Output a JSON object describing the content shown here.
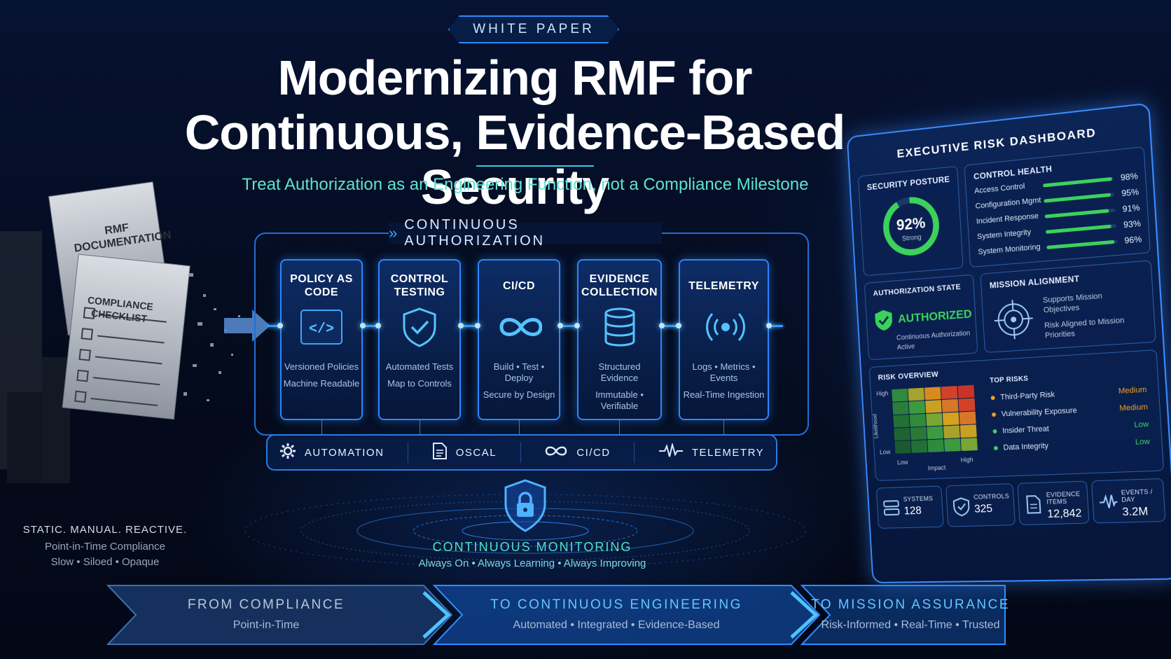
{
  "header": {
    "badge": "WHITE PAPER",
    "title_line1": "Modernizing RMF for",
    "title_line2": "Continuous, Evidence-Based Security",
    "subtitle": "Treat Authorization as an Engineering Function, not a Compliance Milestone"
  },
  "left_art": {
    "doc1": "RMF DOCUMENTATION",
    "doc2": "COMPLIANCE CHECKLIST",
    "caption_main": "STATIC. MANUAL. REACTIVE.",
    "caption_sub": "Point-in-Time Compliance",
    "caption_tags": "Slow  •  Siloed  •  Opaque"
  },
  "pipeline": {
    "title": "CONTINUOUS AUTHORIZATION",
    "stages": [
      {
        "title": "POLICY AS CODE",
        "icon": "code-icon",
        "l1": "Versioned Policies",
        "l2": "Machine Readable"
      },
      {
        "title": "CONTROL TESTING",
        "icon": "shield-check-icon",
        "l1": "Automated Tests",
        "l2": "Map to Controls"
      },
      {
        "title": "CI/CD",
        "icon": "infinity-icon",
        "l1": "Build • Test • Deploy",
        "l2": "Secure by Design"
      },
      {
        "title": "EVIDENCE COLLECTION",
        "icon": "database-icon",
        "l1": "Structured Evidence",
        "l2": "Immutable • Verifiable"
      },
      {
        "title": "TELEMETRY",
        "icon": "broadcast-icon",
        "l1": "Logs • Metrics • Events",
        "l2": "Real-Time Ingestion"
      }
    ],
    "tools": [
      {
        "label": "AUTOMATION",
        "icon": "gear-icon"
      },
      {
        "label": "OSCAL",
        "icon": "document-icon"
      },
      {
        "label": "CI/CD",
        "icon": "infinity-icon"
      },
      {
        "label": "TELEMETRY",
        "icon": "pulse-icon"
      }
    ]
  },
  "monitoring": {
    "title": "CONTINUOUS MONITORING",
    "subtitle": "Always On  •  Always Learning  •  Always Improving"
  },
  "banners": [
    {
      "title": "FROM COMPLIANCE",
      "sub": "Point-in-Time",
      "color": "#b9c6da"
    },
    {
      "title": "TO CONTINUOUS ENGINEERING",
      "sub": "Automated  •  Integrated  •  Evidence-Based",
      "color": "#63c6ff"
    },
    {
      "title": "TO MISSION ASSURANCE",
      "sub": "Risk-Informed  •  Real-Time  •  Trusted",
      "color": "#63c6ff"
    }
  ],
  "dashboard": {
    "title": "EXECUTIVE RISK DASHBOARD",
    "posture": {
      "label": "SECURITY POSTURE",
      "value": 92,
      "display": "92%",
      "status": "Strong"
    },
    "control_health": {
      "label": "CONTROL HEALTH",
      "items": [
        {
          "name": "Access Control",
          "pct": 98,
          "display": "98%"
        },
        {
          "name": "Configuration Mgmt",
          "pct": 95,
          "display": "95%"
        },
        {
          "name": "Incident Response",
          "pct": 91,
          "display": "91%"
        },
        {
          "name": "System Integrity",
          "pct": 93,
          "display": "93%"
        },
        {
          "name": "System Monitoring",
          "pct": 96,
          "display": "96%"
        }
      ]
    },
    "auth_state": {
      "label": "AUTHORIZATION STATE",
      "status": "AUTHORIZED",
      "detail1": "Continuous Authorization",
      "detail2": "Active"
    },
    "mission": {
      "label": "MISSION ALIGNMENT",
      "line1a": "Supports Mission",
      "line1b": "Objectives",
      "line2a": "Risk Aligned to Mission",
      "line2b": "Priorities"
    },
    "risk_overview": {
      "label": "RISK OVERVIEW",
      "y_high": "High",
      "y_low": "Low",
      "y_axis": "Likelihood",
      "x_low": "Low",
      "x_axis": "Impact",
      "x_high": "High"
    },
    "top_risks": {
      "label": "TOP RISKS",
      "items": [
        {
          "name": "Third-Party Risk",
          "level": "Medium",
          "color": "#f0a020"
        },
        {
          "name": "Vulnerability Exposure",
          "level": "Medium",
          "color": "#f0a020"
        },
        {
          "name": "Insider Threat",
          "level": "Low",
          "color": "#3bd25c"
        },
        {
          "name": "Data Integrity",
          "level": "Low",
          "color": "#3bd25c"
        }
      ]
    },
    "kpis": [
      {
        "label": "SYSTEMS",
        "value": "128",
        "icon": "server-icon"
      },
      {
        "label": "CONTROLS",
        "value": "325",
        "icon": "shield-icon"
      },
      {
        "label": "EVIDENCE ITEMS",
        "value": "12,842",
        "icon": "document-icon"
      },
      {
        "label": "EVENTS / DAY",
        "value": "3.2M",
        "icon": "pulse-icon"
      }
    ]
  }
}
